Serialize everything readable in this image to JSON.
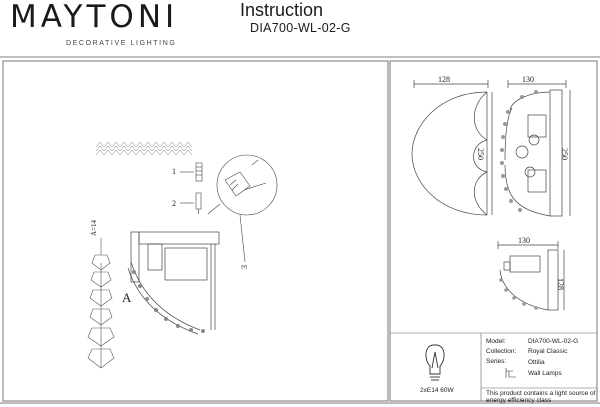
{
  "header": {
    "brand": "MAYTONI",
    "tagline": "DECORATIVE LIGHTING",
    "title": "Instruction",
    "model_code": "DIA700-WL-02-G"
  },
  "drawing": {
    "callout_1": "1",
    "callout_2": "2",
    "callout_3": "3",
    "bulb_label": "A=14",
    "detail_label": "A"
  },
  "dimensions": {
    "front_width": "128",
    "front_height": "250",
    "side_width": "130",
    "side_height": "250",
    "top_width": "130",
    "top_depth": "128"
  },
  "info": {
    "lamp_spec": "2xE14 60W",
    "model_label": "Model:",
    "model_value": "DIA700-WL-02-G",
    "collection_label": "Collection:",
    "collection_value": "Royal Classic",
    "series_label": "Series:",
    "series_value": "Ottilia",
    "type_value": "Wall Lamps",
    "energy_note_line1": "This product contains a light source of",
    "energy_note_line2": "energy efficiency class"
  }
}
